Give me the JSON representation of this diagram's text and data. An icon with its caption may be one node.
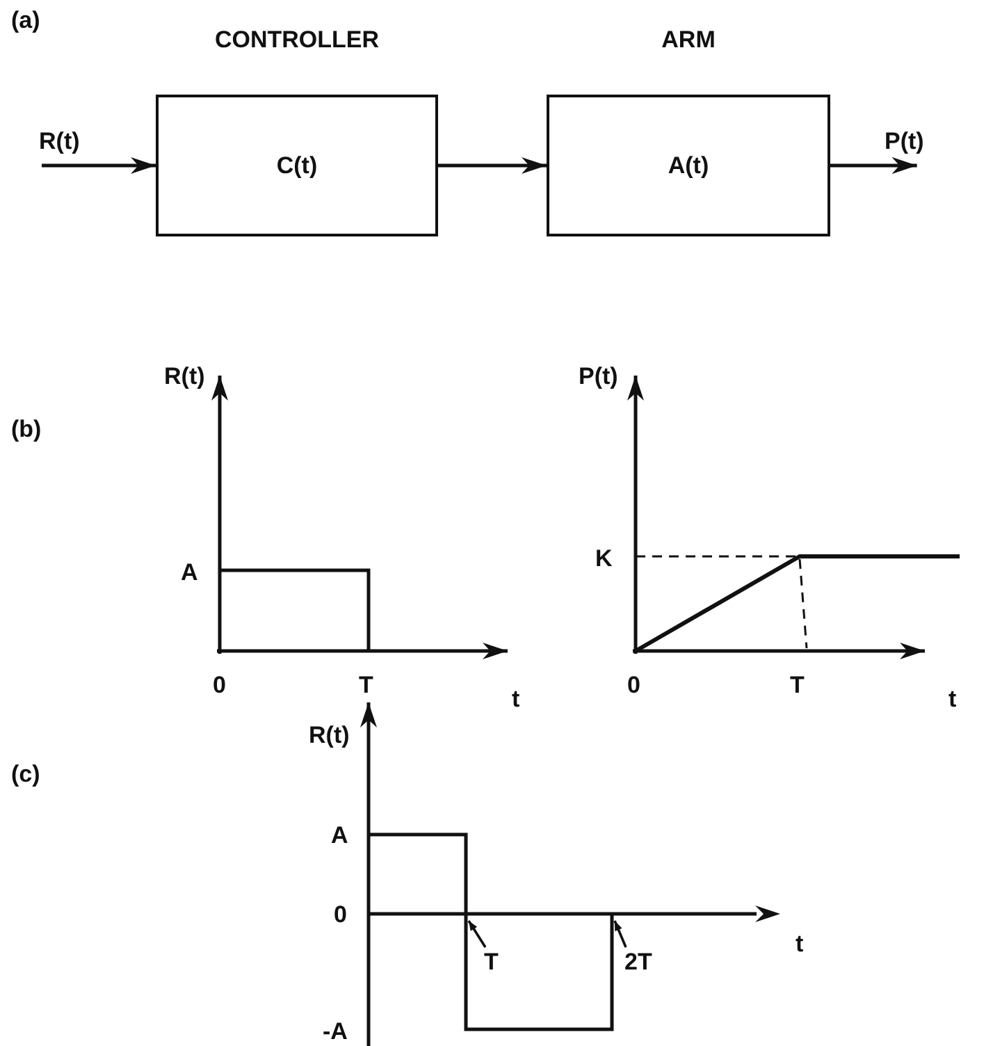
{
  "diagram": {
    "nodes": [
      {
        "text": [
          "CONTROLLER",
          "C(t)"
        ]
      },
      {
        "text": [
          "ARM",
          "A(t)"
        ]
      },
      {
        "text": [
          "R(t)"
        ]
      },
      {
        "text": [
          "P(t)"
        ]
      },
      {
        "text": [
          "T"
        ]
      },
      {
        "text": [
          "2T"
        ]
      },
      {
        "text": [],
        "shape": "axis"
      }
    ],
    "edges": [
      {
        "from": 2,
        "to": 0,
        "arrow": "to"
      },
      {
        "from": 0,
        "to": 1,
        "arrow": "to"
      },
      {
        "from": 1,
        "to": 3,
        "arrow": "to"
      },
      {
        "from": 4,
        "to": 6,
        "arrow": "to"
      },
      {
        "from": 5,
        "to": 6,
        "arrow": "to"
      }
    ],
    "labels": [
      "(a)",
      "(b)",
      "R(t)",
      "A",
      "0",
      "T",
      "t",
      "P(t)",
      "K",
      "0",
      "T",
      "t",
      "(c)",
      "R(t)",
      "A",
      "0",
      "-A",
      "t"
    ]
  }
}
